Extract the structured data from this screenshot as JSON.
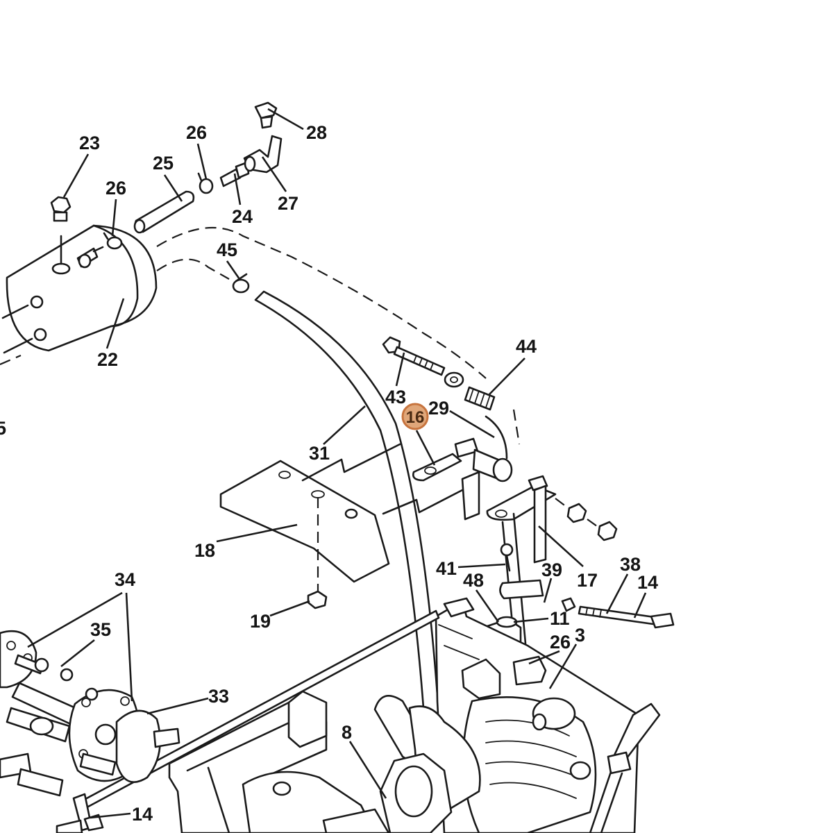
{
  "labels": {
    "l23": "23",
    "l26a": "26",
    "l25": "25",
    "l26b": "26",
    "l28": "28",
    "l24": "24",
    "l27": "27",
    "l45": "45",
    "l22": "22",
    "l5": "5",
    "l44": "44",
    "l43": "43",
    "l29": "29",
    "l16": "16",
    "l31": "31",
    "l18": "18",
    "l17": "17",
    "l41": "41",
    "l39": "39",
    "l38": "38",
    "l14a": "14",
    "l48": "48",
    "l11": "11",
    "l19": "19",
    "l34": "34",
    "l35": "35",
    "l33": "33",
    "l26c": "26",
    "l3": "3",
    "l8": "8",
    "l14b": "14"
  },
  "highlight": {
    "part": "16",
    "fill_color": "#e0a77a",
    "stroke_color": "#c7743e"
  }
}
